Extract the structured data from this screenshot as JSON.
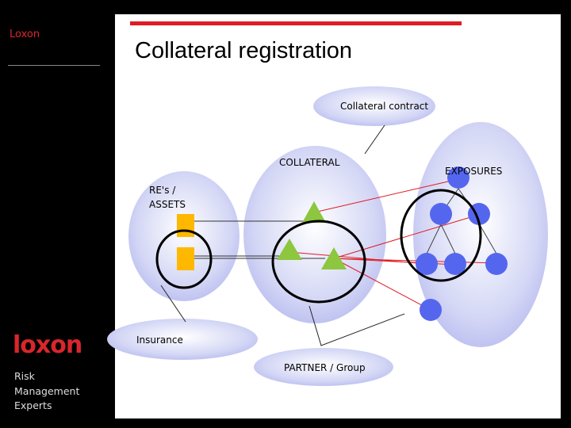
{
  "sidebar": {
    "brand_small": "Loxon",
    "logo": "loxon",
    "tagline": [
      "Risk",
      "Management",
      "Experts"
    ]
  },
  "slide": {
    "title": "Collateral registration",
    "accent_color": "#e11b22"
  },
  "diagram": {
    "nodes": {
      "collateral_contract": "Collateral contract",
      "collateral": "COLLATERAL",
      "exposures": "EXPOSURES",
      "res_assets_line1": "RE's /",
      "res_assets_line2": "ASSETS",
      "insurance": "Insurance",
      "partner_group": "PARTNER / Group"
    },
    "shapes": {
      "asset_markers": "square",
      "collateral_markers": "triangle",
      "exposure_markers": "circle"
    },
    "colors": {
      "ellipse_fill": "#c9ccf2",
      "asset": "#ffb800",
      "collateral": "#8dc63f",
      "exposure": "#5566ee",
      "link": "#e11b22"
    }
  }
}
